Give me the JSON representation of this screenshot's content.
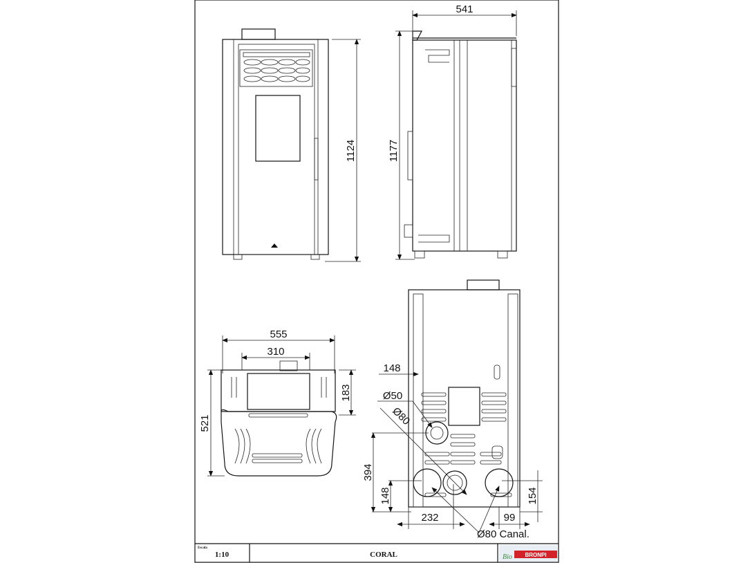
{
  "drawing": {
    "front_view": {
      "height": "1124"
    },
    "side_view": {
      "depth": "541",
      "height": "1177"
    },
    "top_view": {
      "width": "555",
      "inner_width": "310",
      "depth": "521",
      "offset": "183"
    },
    "rear_view": {
      "flue_offset": "148",
      "air_inlet_diameter": "Ø50",
      "flue_diameter": "Ø80",
      "flue_height": "394",
      "lower_outlet_height": "148",
      "lower_outlet_offset": "232",
      "channel_offset_right": "99",
      "channel_height": "154",
      "channel_diameter": "Ø80 Canal."
    }
  },
  "title_block": {
    "scale_label": "Escala",
    "scale": "1:10",
    "model": "CORAL",
    "logo_text": "Bio BRONPI"
  },
  "colors": {
    "line": "#111111",
    "logo_red": "#d2232a",
    "logo_green": "#3a8a3a"
  }
}
